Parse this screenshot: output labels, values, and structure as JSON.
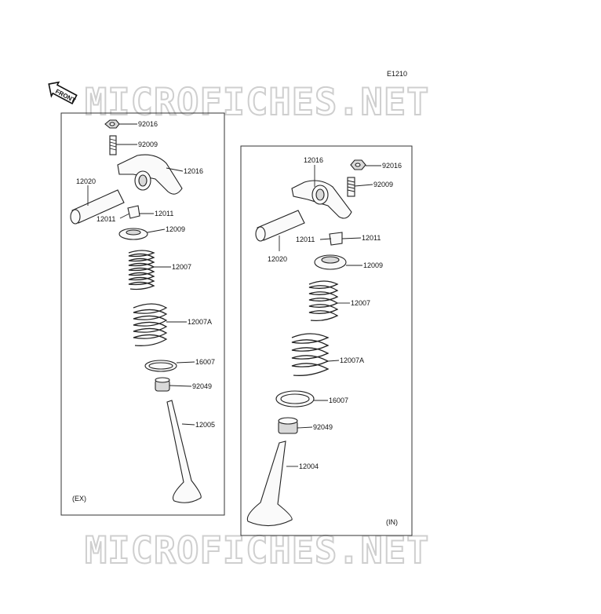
{
  "code": "E1210",
  "front": "FRONT",
  "watermark": "MICROFICHES.NET",
  "panels": {
    "ex": {
      "label": "(EX)"
    },
    "in": {
      "label": "(IN)"
    }
  },
  "ex_parts": [
    "92016",
    "92009",
    "12016",
    "12020",
    "12011",
    "12011",
    "12009",
    "12007",
    "12007A",
    "16007",
    "92049",
    "12005"
  ],
  "in_parts": [
    "12016",
    "92016",
    "92009",
    "12011",
    "12011",
    "12020",
    "12009",
    "12007",
    "12007A",
    "16007",
    "92049",
    "12004"
  ]
}
